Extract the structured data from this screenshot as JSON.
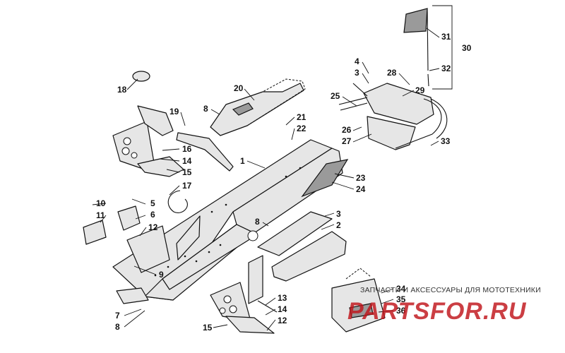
{
  "callouts": [
    {
      "id": "c1",
      "label": "1"
    },
    {
      "id": "c2",
      "label": "2"
    },
    {
      "id": "c3a",
      "label": "3"
    },
    {
      "id": "c3b",
      "label": "3"
    },
    {
      "id": "c4",
      "label": "4"
    },
    {
      "id": "c5",
      "label": "5"
    },
    {
      "id": "c6",
      "label": "6"
    },
    {
      "id": "c7",
      "label": "7"
    },
    {
      "id": "c8a",
      "label": "8"
    },
    {
      "id": "c8b",
      "label": "8"
    },
    {
      "id": "c8c",
      "label": "8"
    },
    {
      "id": "c9",
      "label": "9"
    },
    {
      "id": "c10",
      "label": "10"
    },
    {
      "id": "c11",
      "label": "11"
    },
    {
      "id": "c12a",
      "label": "12"
    },
    {
      "id": "c12b",
      "label": "12"
    },
    {
      "id": "c13",
      "label": "13"
    },
    {
      "id": "c14a",
      "label": "14"
    },
    {
      "id": "c14b",
      "label": "14"
    },
    {
      "id": "c15a",
      "label": "15"
    },
    {
      "id": "c15b",
      "label": "15"
    },
    {
      "id": "c16",
      "label": "16"
    },
    {
      "id": "c17",
      "label": "17"
    },
    {
      "id": "c18",
      "label": "18"
    },
    {
      "id": "c19",
      "label": "19"
    },
    {
      "id": "c20",
      "label": "20"
    },
    {
      "id": "c21",
      "label": "21"
    },
    {
      "id": "c22",
      "label": "22"
    },
    {
      "id": "c23",
      "label": "23"
    },
    {
      "id": "c24",
      "label": "24"
    },
    {
      "id": "c25",
      "label": "25"
    },
    {
      "id": "c26",
      "label": "26"
    },
    {
      "id": "c27",
      "label": "27"
    },
    {
      "id": "c28",
      "label": "28"
    },
    {
      "id": "c29",
      "label": "29"
    },
    {
      "id": "c30",
      "label": "30"
    },
    {
      "id": "c31",
      "label": "31"
    },
    {
      "id": "c32",
      "label": "32"
    },
    {
      "id": "c33",
      "label": "33"
    },
    {
      "id": "c34",
      "label": "34"
    },
    {
      "id": "c35",
      "label": "35"
    },
    {
      "id": "c36",
      "label": "36"
    }
  ],
  "watermark": {
    "caption": "ЗАПЧАСТИ И АКСЕССУАРЫ ДЛЯ МОТОТЕХНИКИ",
    "logo": "PARTSFOR.RU"
  },
  "colors": {
    "line": "#111111",
    "part_fill": "#e6e6e6",
    "shade": "#9a9a9a",
    "watermark_red": "#c0141a"
  }
}
